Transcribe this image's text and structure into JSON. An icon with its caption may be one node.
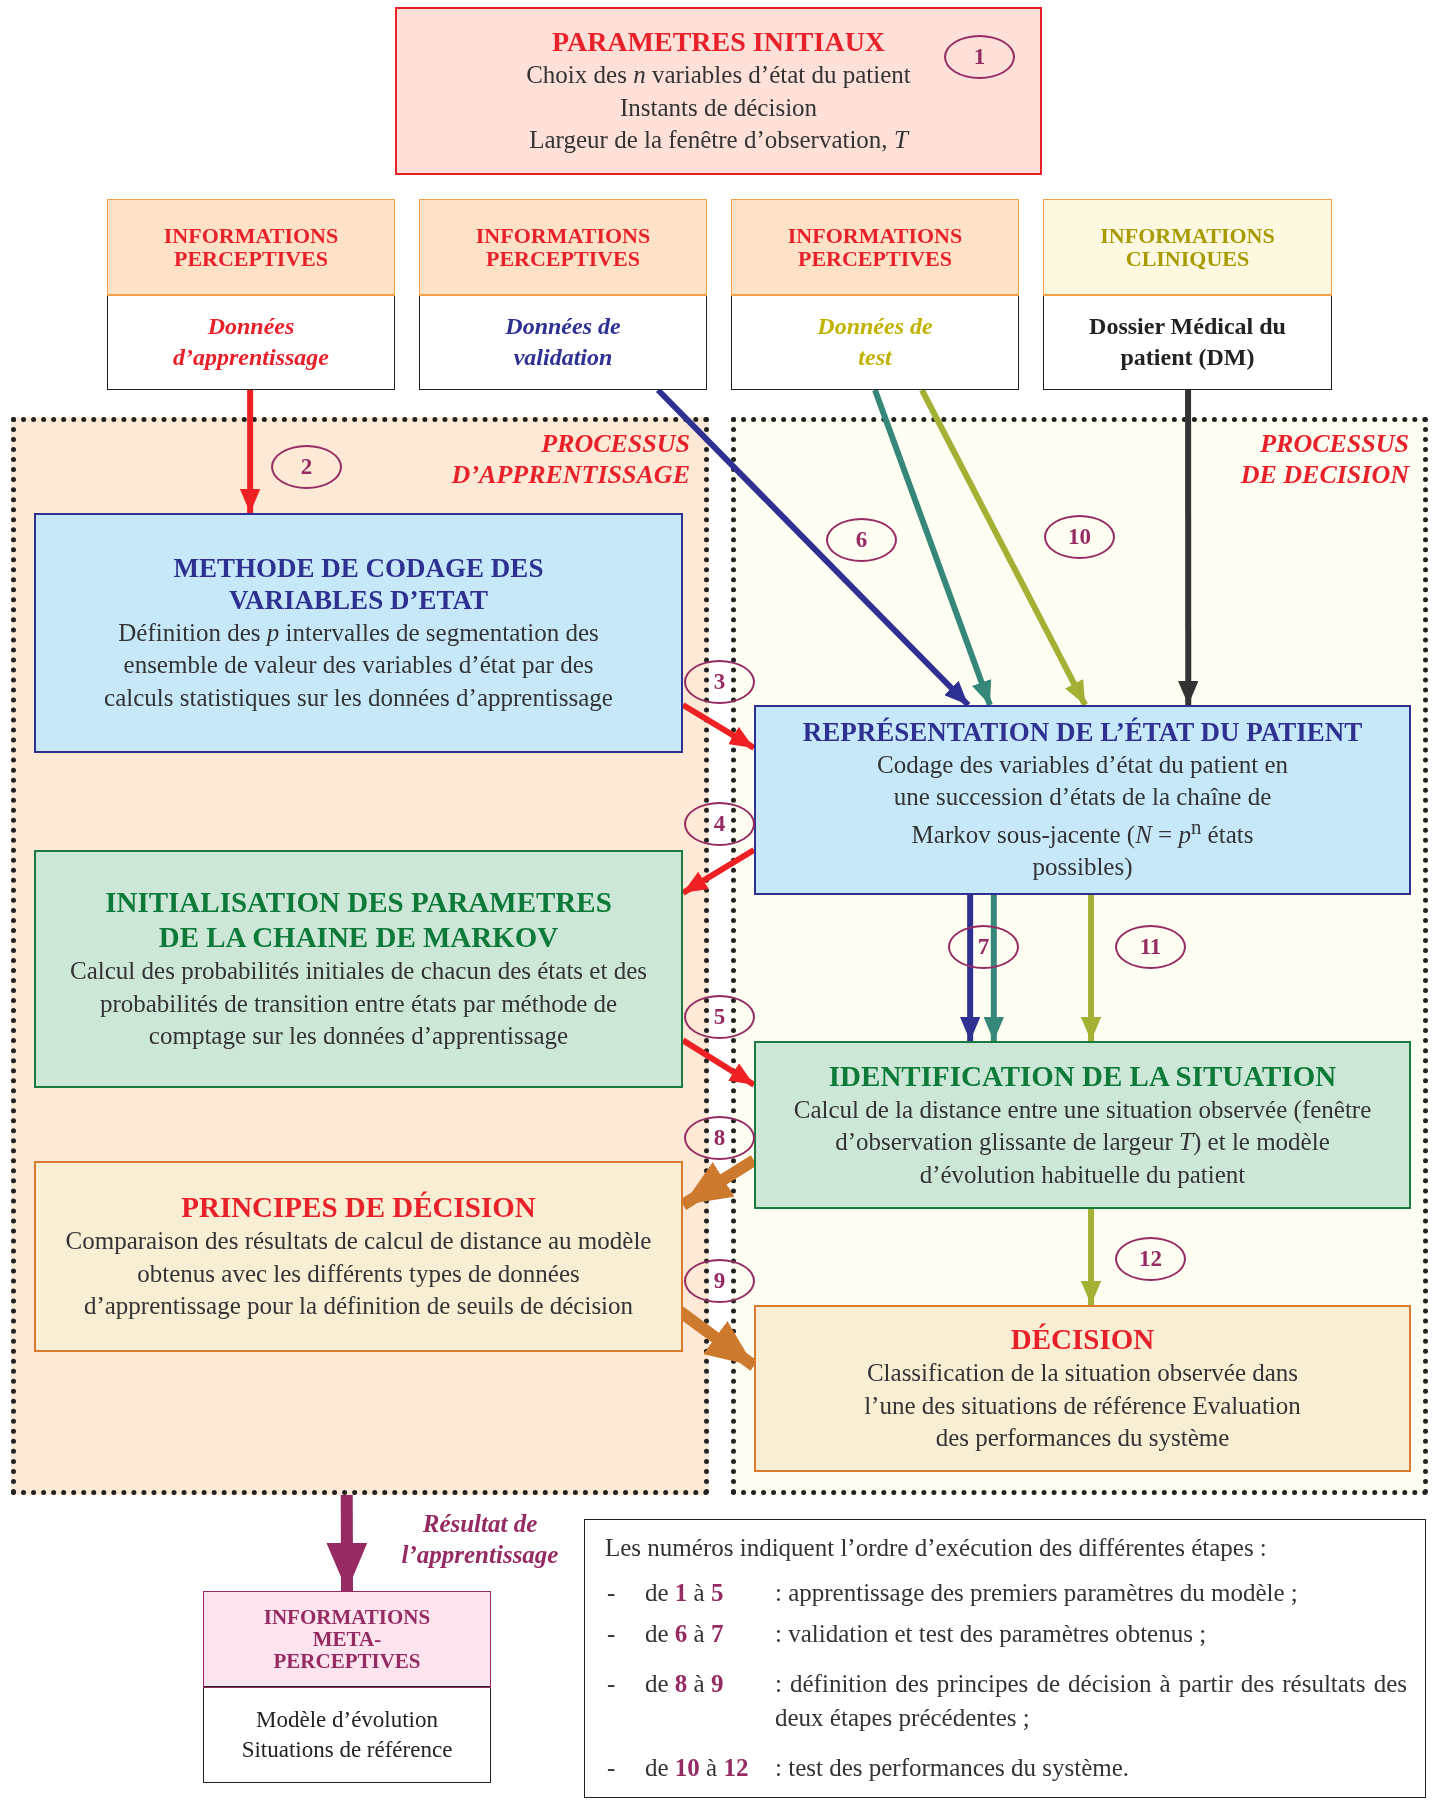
{
  "diagram": {
    "nodes": [
      {
        "text": [
          "PARAMETRES INITIAUX",
          "Choix des *n* variables d’état du patient",
          "Instants de décision",
          "Largeur de la fenêtre d’observation, *T*"
        ]
      },
      {
        "text": [
          "INFORMATIONS PERCEPTIVES",
          "Données d’apprentissage"
        ]
      },
      {
        "text": [
          "INFORMATIONS PERCEPTIVES",
          "Données de validation"
        ]
      },
      {
        "text": [
          "INFORMATIONS PERCEPTIVES",
          "Données de test"
        ]
      },
      {
        "text": [
          "INFORMATIONS CLINIQUES",
          "Dossier Médical du patient (DM)"
        ]
      },
      {
        "text": [
          "PROCESSUS D’APPRENTISSAGE"
        ]
      },
      {
        "text": [
          "METHODE DE CODAGE DES VARIABLES D’ETAT",
          "Définition des *p* intervalles de segmentation des ensemble de valeur des variables d’état par des calculs statistiques sur les données d’apprentissage"
        ],
        "in": 5
      },
      {
        "text": [
          "INITIALISATION DES PARAMETRES DE LA CHAINE DE MARKOV",
          "Calcul des probabilités initiales de chacun des états et des probabilités de transition entre états par méthode de comptage sur les données d’apprentissage"
        ],
        "in": 5
      },
      {
        "text": [
          "PRINCIPES DE DÉCISION",
          "Comparaison des résultats de calcul de distance au modèle obtenus avec les différents types de données d’apprentissage pour la définition de seuils de décision"
        ],
        "in": 5
      },
      {
        "text": [
          "PROCESSUS DE DECISION"
        ]
      },
      {
        "text": [
          "REPRÉSENTATION DE L’ÉTAT DU PATIENT",
          "Codage des variables d’état du patient en une succession d’états de la chaîne de Markov sous-jacente (*N* = *p*$^{n}$ états possibles)"
        ],
        "in": 9
      },
      {
        "text": [
          "IDENTIFICATION DE LA SITUATION",
          "Calcul de la distance entre une situation observée (fenêtre d’observation glissante de largeur *T*) et le modèle d’évolution habituelle du patient"
        ],
        "in": 9
      },
      {
        "text": [
          "DÉCISION",
          "Classification de la situation observée dans l’une des situations de référence Evaluation des performances du système"
        ],
        "in": 9
      },
      {
        "text": [
          "INFORMATIONS META-PERCEPTIVES",
          "Modèle d’évolution Situations de référence"
        ]
      },
      {
        "text": [
          "Les numéros indiquent l’ordre d’exécution des différentes étapes :",
          "-",
          "de **1** à **5**",
          ": apprentissage des premiers paramètres du modèle ;",
          "-",
          "de **6** à **7**",
          ": validation et test des paramètres obtenus ;",
          "-",
          "de **8** à **9**",
          ": définition des principes de décision à partir des résultats des deux étapes précédentes ;",
          "-",
          "de **10** à **12**",
          ": test des performances du système."
        ]
      }
    ],
    "edges": [
      {
        "from": 1,
        "to": 6,
        "arrow": "to",
        "color": "#ee2024"
      },
      {
        "from": 2,
        "to": 10,
        "arrow": "to",
        "color": "#2e3192"
      },
      {
        "from": 3,
        "to": 10,
        "arrow": "to",
        "color": "#35877a"
      },
      {
        "from": 3,
        "to": 10,
        "arrow": "to",
        "color": "#a4b034"
      },
      {
        "from": 4,
        "to": 10,
        "arrow": "to",
        "color": "#333333"
      },
      {
        "from": 6,
        "to": 10,
        "arrow": "to",
        "color": "#ee2024"
      },
      {
        "from": 10,
        "to": 7,
        "arrow": "to",
        "color": "#ee2024"
      },
      {
        "from": 7,
        "to": 11,
        "arrow": "to",
        "color": "#ee2024"
      },
      {
        "from": 10,
        "to": 11,
        "arrow": "to",
        "color": "#2e3192"
      },
      {
        "from": 10,
        "to": 11,
        "arrow": "to",
        "color": "#35877a"
      },
      {
        "from": 10,
        "to": 11,
        "arrow": "to",
        "color": "#a4b034"
      },
      {
        "from": 11,
        "to": 8,
        "arrow": "to",
        "style": "thick",
        "color": "#cd7a2e"
      },
      {
        "from": 8,
        "to": 12,
        "arrow": "to",
        "style": "thick",
        "color": "#cd7a2e"
      },
      {
        "from": 11,
        "to": 12,
        "arrow": "to",
        "color": "#a4b034"
      },
      {
        "from": 5,
        "to": 13,
        "arrow": "to",
        "style": "thick",
        "color": "#962a63",
        "label": "Résultat de l’apprentissage"
      }
    ],
    "labels": [
      "1",
      "2",
      "3",
      "4",
      "5",
      "6",
      "7",
      "8",
      "9",
      "10",
      "11",
      "12"
    ]
  }
}
